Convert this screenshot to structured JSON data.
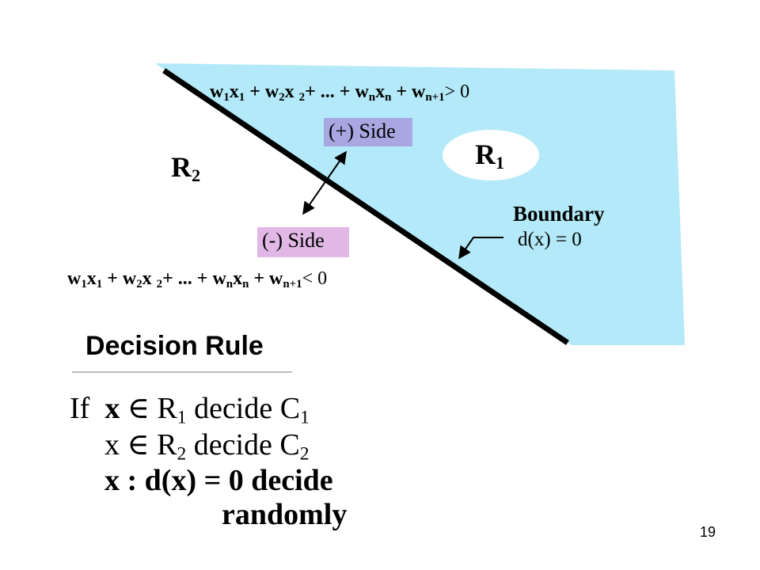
{
  "equations": {
    "positive": {
      "lhs": "w",
      "rel": "> 0"
    },
    "negative": {
      "rel": "< 0"
    }
  },
  "sides": {
    "plus_label": "(+) Side",
    "minus_label": "(-) Side"
  },
  "regions": {
    "r1": {
      "letter": "R",
      "subscript": "1"
    },
    "r2": {
      "letter": "R",
      "subscript": "2"
    }
  },
  "boundary": {
    "title": "Boundary",
    "equation": "d(x) = 0"
  },
  "decision_rule": {
    "title": "Decision Rule",
    "lines": [
      "If  x ∈ R1 decide C1",
      "x ∈ R2 decide C2",
      "x : d(x) = 0 decide",
      "randomly"
    ]
  },
  "page_number": "19",
  "colors": {
    "region_fill": "#b3e9f8",
    "plus_side_fill": "#a9a7e2",
    "minus_side_fill": "#e1b8e5",
    "ellipse_fill": "#ffffff",
    "line": "#000000"
  }
}
